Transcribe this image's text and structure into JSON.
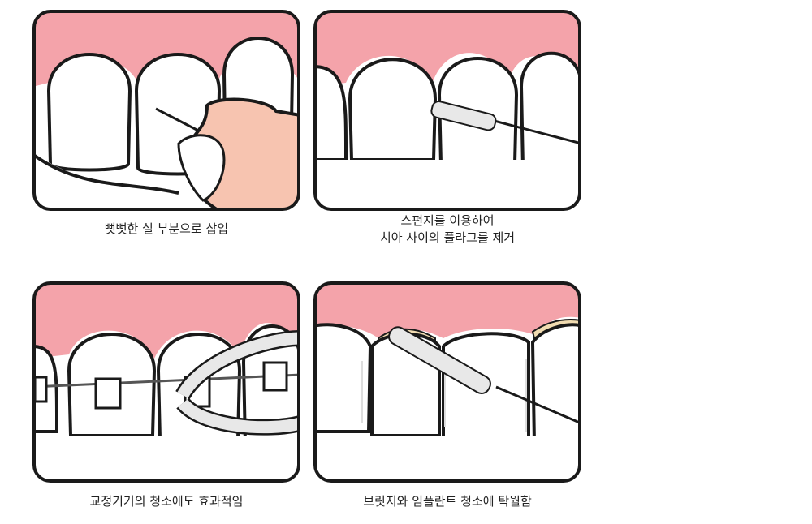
{
  "colors": {
    "gum": "#f4a3aa",
    "tooth": "#ffffff",
    "outline": "#1a1a1a",
    "finger": "#f7c4b0",
    "floss_sponge": "#e8e8e8",
    "implant_tint": "#f1dcb1"
  },
  "panels": [
    {
      "id": "panel-1",
      "caption_lines": [
        "뻣뻣한 실 부분으로 삽입"
      ]
    },
    {
      "id": "panel-2",
      "caption_lines": [
        "스펀지를 이용하여",
        "치아 사이의 플라그를 제거"
      ]
    },
    {
      "id": "panel-3",
      "caption_lines": [
        "교정기기의 청소에도 효과적임"
      ]
    },
    {
      "id": "panel-4",
      "caption_lines": [
        "브릿지와 임플란트 청소에 탁월함"
      ]
    }
  ]
}
